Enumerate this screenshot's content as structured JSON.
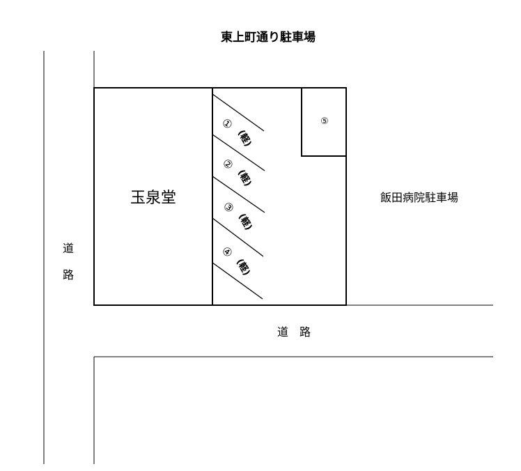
{
  "title": "東上町通り駐車場",
  "buildings": {
    "left": "玉泉堂",
    "right": "飯田病院駐車場"
  },
  "roads": {
    "vertical": [
      "道",
      "路"
    ],
    "horizontal": "道　路"
  },
  "spaces": [
    {
      "number": "①",
      "type": "(軽)"
    },
    {
      "number": "②",
      "type": "(軽)"
    },
    {
      "number": "③",
      "type": "(軽)"
    },
    {
      "number": "④",
      "type": "(軽)"
    },
    {
      "number": "⑤"
    }
  ]
}
